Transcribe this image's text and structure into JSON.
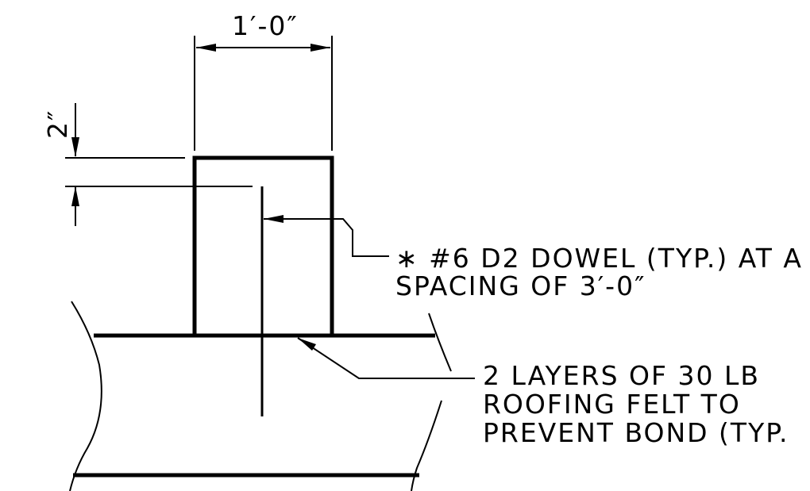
{
  "drawing": {
    "width_dimension": "1′-0″",
    "cover_dimension": "2″",
    "dowel_note": {
      "line1": "∗ #6 D2 DOWEL (TYP.) AT A",
      "line2": "SPACING OF 3′-0″"
    },
    "felt_note": {
      "line1": "2 LAYERS OF 30 LB",
      "line2": "ROOFING FELT TO",
      "line3": "PREVENT BOND (TYP."
    },
    "line_color": "#000000",
    "background": "#ffffff"
  }
}
